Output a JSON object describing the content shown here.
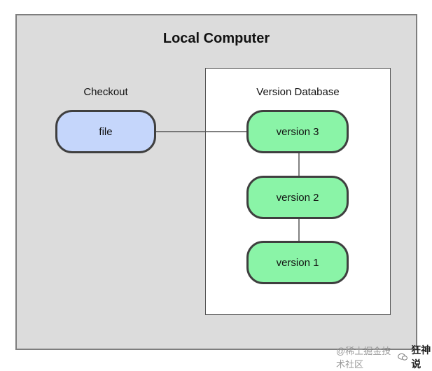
{
  "diagram": {
    "title": "Local Computer",
    "checkout_label": "Checkout",
    "database_label": "Version Database",
    "nodes": {
      "file": "file",
      "version3": "version 3",
      "version2": "version 2",
      "version1": "version 1"
    },
    "colors": {
      "outer_background": "#dcdcdc",
      "database_background": "#ffffff",
      "file_fill": "#c5d6fb",
      "version_fill": "#8af4a7",
      "node_border": "#3f3f3f"
    }
  },
  "watermark": {
    "handle": "@稀土掘金技术社区",
    "brand": "狂神说"
  }
}
